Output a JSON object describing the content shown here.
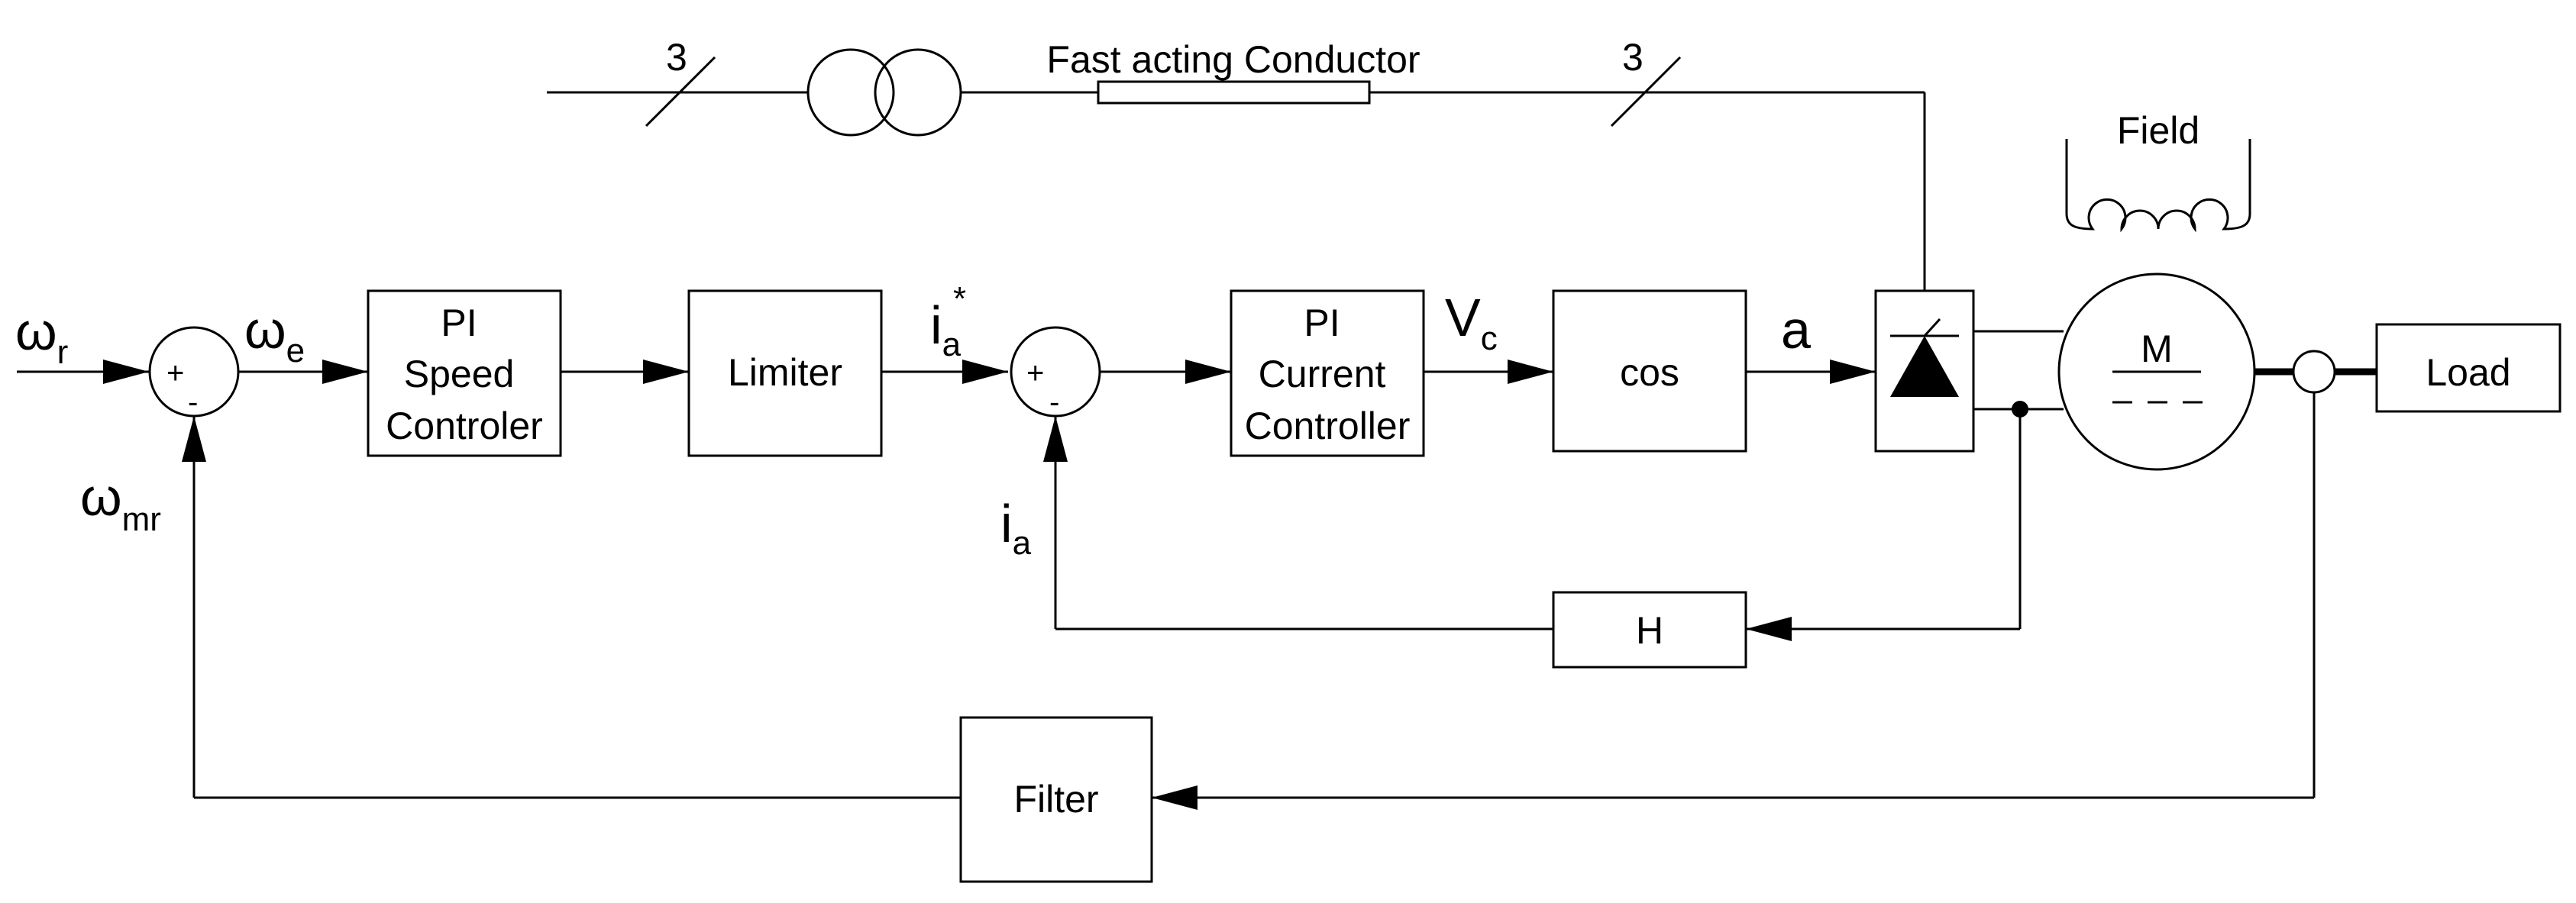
{
  "blocks": {
    "pi_speed": [
      "PI",
      "Speed",
      "Controler"
    ],
    "limiter": "Limiter",
    "pi_current": [
      "PI",
      "Current",
      "Controller"
    ],
    "cos": "cos",
    "h": "H",
    "filter": "Filter",
    "load": "Load",
    "motor": "M"
  },
  "supply": {
    "phase_left": "3",
    "phase_right": "3",
    "conductor_label": "Fast acting Conductor"
  },
  "field_label": "Field",
  "signals": {
    "omega": "ω",
    "omega_r_sub": "r",
    "omega_e_sub": "e",
    "omega_mr_sub": "mr",
    "i": "i",
    "ia_star_sub": "a",
    "ia_star_sup": "*",
    "ia_sub": "a",
    "v": "V",
    "vc_sub": "c",
    "a": "a"
  },
  "summing_signs": {
    "plus": "+",
    "minus": "-"
  }
}
